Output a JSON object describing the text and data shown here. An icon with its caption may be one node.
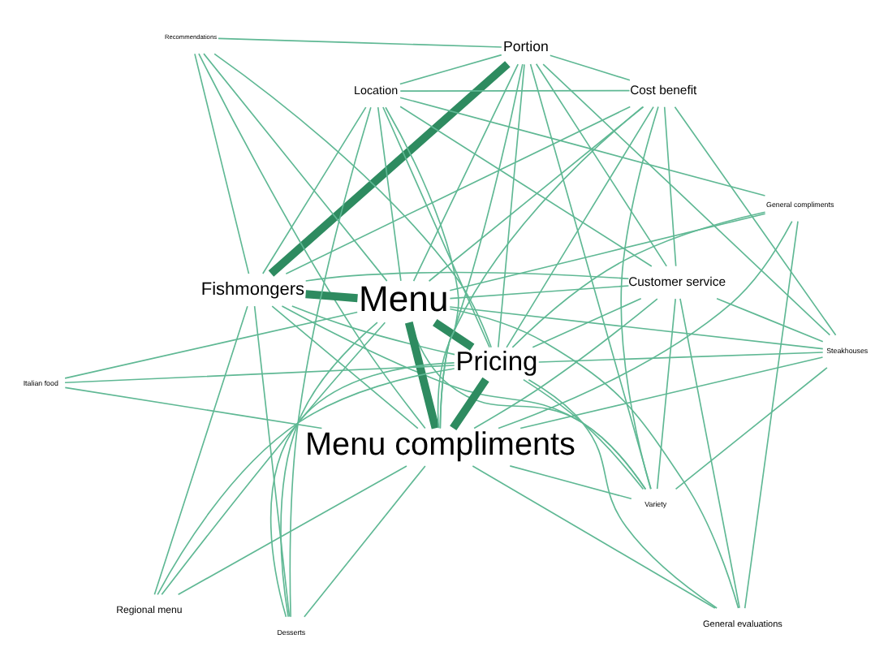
{
  "diagram": {
    "nodes": [
      {
        "text": [
          "Fishmongers"
        ]
      },
      {
        "text": [
          "Portion"
        ]
      },
      {
        "text": [
          "Variety"
        ]
      },
      {
        "text": [
          "Recommendations"
        ]
      },
      {
        "text": [
          "Menu"
        ]
      },
      {
        "text": [
          "Cost benefit"
        ]
      },
      {
        "text": [
          "Italian food"
        ]
      },
      {
        "text": [
          "Menu compliments"
        ]
      },
      {
        "text": [
          "Regional menu"
        ]
      },
      {
        "text": [
          "Steakhouses"
        ]
      },
      {
        "text": [
          "Desserts"
        ]
      },
      {
        "text": [
          "Customer service"
        ]
      },
      {
        "text": [
          "Pricing"
        ]
      },
      {
        "text": [
          "Location"
        ]
      },
      {
        "text": [
          "General compliments"
        ]
      },
      {
        "text": [
          "General evaluations"
        ]
      }
    ],
    "edges": [
      {
        "from": 4,
        "to": 7,
        "arrow": "none",
        "style": "thick"
      },
      {
        "from": 4,
        "to": 12,
        "arrow": "none",
        "style": "thick"
      },
      {
        "from": 12,
        "to": 7,
        "arrow": "none",
        "style": "thick"
      },
      {
        "from": 4,
        "to": 0,
        "arrow": "none",
        "style": "thick"
      },
      {
        "from": 0,
        "to": 1,
        "arrow": "none",
        "style": "thick"
      },
      {
        "from": 4,
        "to": 1,
        "arrow": "none"
      },
      {
        "from": 4,
        "to": 2,
        "arrow": "none"
      },
      {
        "from": 4,
        "to": 3,
        "arrow": "none"
      },
      {
        "from": 4,
        "to": 5,
        "arrow": "none"
      },
      {
        "from": 4,
        "to": 6,
        "arrow": "none"
      },
      {
        "from": 4,
        "to": 8,
        "arrow": "none"
      },
      {
        "from": 4,
        "to": 9,
        "arrow": "none"
      },
      {
        "from": 4,
        "to": 10,
        "arrow": "none"
      },
      {
        "from": 4,
        "to": 11,
        "arrow": "none"
      },
      {
        "from": 4,
        "to": 13,
        "arrow": "none"
      },
      {
        "from": 4,
        "to": 14,
        "arrow": "none"
      },
      {
        "from": 4,
        "to": 15,
        "arrow": "none"
      },
      {
        "from": 0,
        "to": 2,
        "arrow": "none"
      },
      {
        "from": 0,
        "to": 3,
        "arrow": "none"
      },
      {
        "from": 0,
        "to": 5,
        "arrow": "none"
      },
      {
        "from": 0,
        "to": 7,
        "arrow": "none"
      },
      {
        "from": 0,
        "to": 8,
        "arrow": "none"
      },
      {
        "from": 0,
        "to": 10,
        "arrow": "none"
      },
      {
        "from": 0,
        "to": 11,
        "arrow": "none"
      },
      {
        "from": 0,
        "to": 12,
        "arrow": "none"
      },
      {
        "from": 0,
        "to": 13,
        "arrow": "none"
      },
      {
        "from": 1,
        "to": 2,
        "arrow": "none"
      },
      {
        "from": 1,
        "to": 3,
        "arrow": "none"
      },
      {
        "from": 1,
        "to": 5,
        "arrow": "none"
      },
      {
        "from": 1,
        "to": 7,
        "arrow": "none"
      },
      {
        "from": 1,
        "to": 9,
        "arrow": "none"
      },
      {
        "from": 1,
        "to": 11,
        "arrow": "none"
      },
      {
        "from": 1,
        "to": 12,
        "arrow": "none"
      },
      {
        "from": 1,
        "to": 13,
        "arrow": "none"
      },
      {
        "from": 2,
        "to": 5,
        "arrow": "none"
      },
      {
        "from": 2,
        "to": 7,
        "arrow": "none"
      },
      {
        "from": 2,
        "to": 9,
        "arrow": "none"
      },
      {
        "from": 2,
        "to": 11,
        "arrow": "none"
      },
      {
        "from": 2,
        "to": 12,
        "arrow": "none"
      },
      {
        "from": 3,
        "to": 7,
        "arrow": "none"
      },
      {
        "from": 3,
        "to": 12,
        "arrow": "none"
      },
      {
        "from": 5,
        "to": 7,
        "arrow": "none"
      },
      {
        "from": 5,
        "to": 9,
        "arrow": "none"
      },
      {
        "from": 5,
        "to": 11,
        "arrow": "none"
      },
      {
        "from": 5,
        "to": 12,
        "arrow": "none"
      },
      {
        "from": 5,
        "to": 13,
        "arrow": "none"
      },
      {
        "from": 6,
        "to": 7,
        "arrow": "none"
      },
      {
        "from": 6,
        "to": 12,
        "arrow": "none"
      },
      {
        "from": 7,
        "to": 8,
        "arrow": "none"
      },
      {
        "from": 7,
        "to": 9,
        "arrow": "none"
      },
      {
        "from": 7,
        "to": 10,
        "arrow": "none"
      },
      {
        "from": 7,
        "to": 11,
        "arrow": "none"
      },
      {
        "from": 7,
        "to": 13,
        "arrow": "none"
      },
      {
        "from": 7,
        "to": 14,
        "arrow": "none"
      },
      {
        "from": 7,
        "to": 15,
        "arrow": "none"
      },
      {
        "from": 8,
        "to": 12,
        "arrow": "none"
      },
      {
        "from": 9,
        "to": 11,
        "arrow": "none"
      },
      {
        "from": 9,
        "to": 12,
        "arrow": "none"
      },
      {
        "from": 10,
        "to": 12,
        "arrow": "none"
      },
      {
        "from": 10,
        "to": 13,
        "arrow": "none"
      },
      {
        "from": 11,
        "to": 12,
        "arrow": "none"
      },
      {
        "from": 11,
        "to": 13,
        "arrow": "none"
      },
      {
        "from": 11,
        "to": 15,
        "arrow": "none"
      },
      {
        "from": 12,
        "to": 13,
        "arrow": "none"
      },
      {
        "from": 12,
        "to": 14,
        "arrow": "none"
      },
      {
        "from": 12,
        "to": 15,
        "arrow": "none"
      },
      {
        "from": 13,
        "to": 14,
        "arrow": "none"
      },
      {
        "from": 14,
        "to": 15,
        "arrow": "none"
      }
    ]
  }
}
